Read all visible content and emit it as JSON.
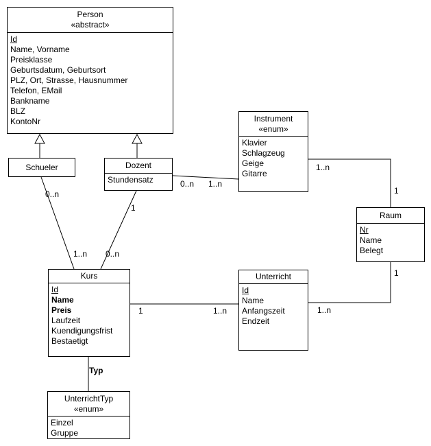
{
  "classes": {
    "person": {
      "name": "Person",
      "stereotype": "«abstract»",
      "attributes": [
        "Id",
        "Name, Vorname",
        "Preisklasse",
        "Geburtsdatum, Geburtsort",
        "PLZ, Ort, Strasse, Hausnummer",
        "Telefon, EMail",
        "Bankname",
        "BLZ",
        "KontoNr"
      ]
    },
    "schueler": {
      "name": "Schueler"
    },
    "dozent": {
      "name": "Dozent",
      "attributes": [
        "Stundensatz"
      ]
    },
    "instrument": {
      "name": "Instrument",
      "stereotype": "«enum»",
      "attributes": [
        "Klavier",
        "Schlagzeug",
        "Geige",
        "Gitarre"
      ]
    },
    "raum": {
      "name": "Raum",
      "attributes": [
        "Nr",
        "Name",
        "Belegt"
      ]
    },
    "kurs": {
      "name": "Kurs",
      "attributes": [
        "Id",
        "Name",
        "Preis",
        "Laufzeit",
        "Kuendigungsfrist",
        "Bestaetigt"
      ]
    },
    "unterricht": {
      "name": "Unterricht",
      "attributes": [
        "Id",
        "Name",
        "Anfangszeit",
        "Endzeit"
      ]
    },
    "unterrichttyp": {
      "name": "UnterrichtTyp",
      "stereotype": "«enum»",
      "attributes": [
        "Einzel",
        "Gruppe"
      ]
    }
  },
  "edge_labels": {
    "schueler_kurs_near_schueler": "0..n",
    "schueler_kurs_near_kurs": "1..n",
    "dozent_kurs_near_dozent": "1",
    "dozent_kurs_near_kurs": "0..n",
    "dozent_instrument_near_dozent": "0..n",
    "dozent_instrument_near_instrument": "1..n",
    "instrument_raum_near_instrument": "1..n",
    "instrument_raum_near_raum": "1",
    "raum_unterricht_near_raum": "1",
    "raum_unterricht_near_unterricht": "1..n",
    "kurs_unterricht_near_kurs": "1",
    "kurs_unterricht_near_unterricht": "1..n",
    "kurs_unterrichttyp_role": "Typ"
  },
  "colors": {
    "line": "#000000",
    "background": "#ffffff",
    "text": "#000000"
  }
}
